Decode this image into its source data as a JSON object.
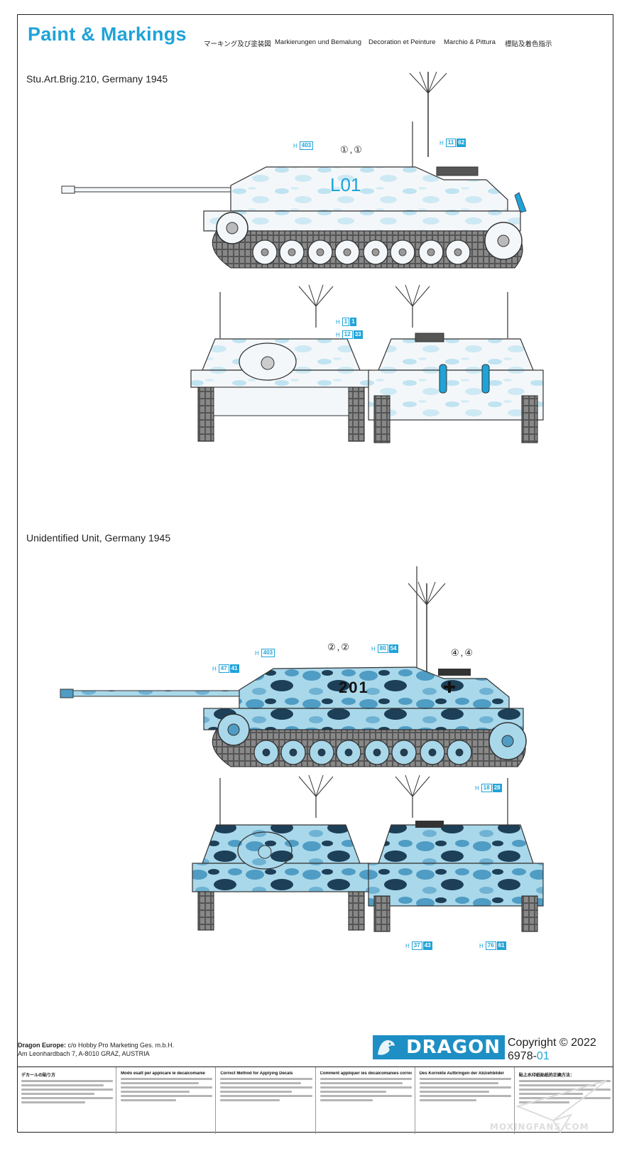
{
  "header": {
    "title": "Paint & Markings",
    "languages": [
      "マーキング及び塗装図",
      "Markierungen und Bemalung",
      "Decoration et Peinture",
      "Marchio & Pittura",
      "標貼及着色指示"
    ]
  },
  "schemes": [
    {
      "label": "Stu.Art.Brig.210, Germany 1945",
      "vehicle_number": "L01",
      "decal_refs": "①,①",
      "callouts": [
        {
          "h": "H",
          "c1": "403",
          "c2": ""
        },
        {
          "h": "H",
          "c1": "11",
          "c2": "62"
        },
        {
          "h": "H",
          "c1": "1",
          "c2": "1"
        },
        {
          "h": "H",
          "c1": "12",
          "c2": "33"
        }
      ]
    },
    {
      "label": "Unidentified Unit, Germany 1945",
      "vehicle_number": "201",
      "decal_refs_a": "②,②",
      "decal_refs_b": "④,④",
      "callouts": [
        {
          "h": "H",
          "c1": "403",
          "c2": ""
        },
        {
          "h": "H",
          "c1": "47",
          "c2": "41"
        },
        {
          "h": "H",
          "c1": "80",
          "c2": "54"
        },
        {
          "h": "H",
          "c1": "18",
          "c2": "28"
        },
        {
          "h": "H",
          "c1": "37",
          "c2": "43"
        },
        {
          "h": "H",
          "c1": "76",
          "c2": "61"
        }
      ]
    }
  ],
  "footer": {
    "company_bold": "Dragon Europe:",
    "company_rest": " c/o Hobby Pro Marketing Ges. m.b.H.",
    "address": "Am Leonhardbach 7, A-8010 GRAZ, AUSTRIA",
    "brand": "DRAGON",
    "copyright": "Copyright © 2022",
    "product_code": "6978-",
    "product_version": "01"
  },
  "instructions": [
    "デカールの貼り方",
    "Modo esatt per applicare le decalcomanie",
    "Correct Method for Applying Decals",
    "Comment appliquer les décalcomanies correctement",
    "Des Korrekte Aufbringen der Abziehbilder",
    "貼上水印纸贴纸的正确方法："
  ],
  "watermark": "MOXINGFANS.COM",
  "colors": {
    "accent": "#1fa3d8",
    "camo_light": "#a9d8ea",
    "camo_mid": "#4f9cc4",
    "camo_dark": "#1d3f57",
    "logo_blue": "#1e8fc4"
  }
}
